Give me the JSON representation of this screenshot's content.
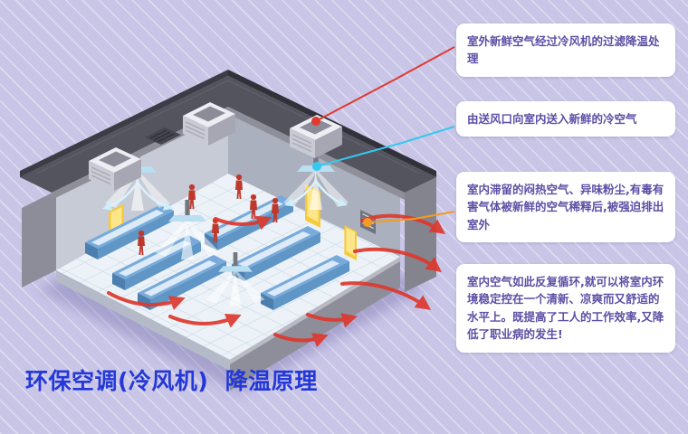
{
  "page": {
    "background": "#c8c5e7",
    "title": "环保空调(冷风机)  降温原理",
    "title_color": "#2438d8"
  },
  "illustration": {
    "description": "isometric factory workshop: rooftop evaporative air coolers, indoor supply-air diffusers, workers, workbenches, exhaust airflow arrows leaving the walls",
    "accent_red": "#dd392e",
    "accent_cyan": "#35c8f0",
    "accent_orange": "#f59a23"
  },
  "callouts": [
    {
      "text": "室外新鲜空气经过冷风机的过滤降温处理",
      "connector_color": "#e03a2f"
    },
    {
      "text": "由送风口向室内送入新鲜的冷空气",
      "connector_color": "#35c8f0"
    },
    {
      "text": "室内滞留的闷热空气、异味粉尘,有毒有害气体被新鲜的空气稀释后,被强迫排出室外",
      "connector_color": "#f59a23"
    },
    {
      "text": "室内空气如此反复循环,就可以将室内环境稳定控在一个清新、凉爽而又舒适的水平上。既提高了工人的工作效率,又降低了职业病的发生!",
      "connector_color": null
    }
  ]
}
